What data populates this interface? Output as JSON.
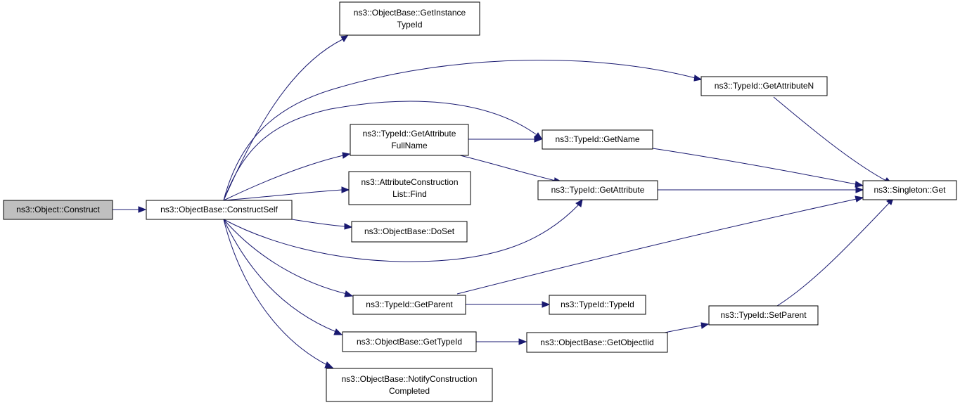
{
  "nodes": {
    "construct": [
      "ns3::Object::Construct"
    ],
    "constructSelf": [
      "ns3::ObjectBase::ConstructSelf"
    ],
    "getInstanceTypeId": [
      "ns3::ObjectBase::GetInstance",
      "TypeId"
    ],
    "getAttributeN": [
      "ns3::TypeId::GetAttributeN"
    ],
    "getAttributeFullName": [
      "ns3::TypeId::GetAttribute",
      "FullName"
    ],
    "getName": [
      "ns3::TypeId::GetName"
    ],
    "attrFind": [
      "ns3::AttributeConstruction",
      "List::Find"
    ],
    "getAttribute": [
      "ns3::TypeId::GetAttribute"
    ],
    "singletonGet": [
      "ns3::Singleton::Get"
    ],
    "doSet": [
      "ns3::ObjectBase::DoSet"
    ],
    "getParent": [
      "ns3::TypeId::GetParent"
    ],
    "typeIdCtor": [
      "ns3::TypeId::TypeId"
    ],
    "setParent": [
      "ns3::TypeId::SetParent"
    ],
    "getTypeId": [
      "ns3::ObjectBase::GetTypeId"
    ],
    "getObjectIid": [
      "ns3::ObjectBase::GetObjectIid"
    ],
    "notifyCompleted": [
      "ns3::ObjectBase::NotifyConstruction",
      "Completed"
    ]
  },
  "colors": {
    "edge": "#191970",
    "root_fill": "#bfbfbf",
    "node_fill": "#ffffff",
    "node_border": "#000000"
  }
}
